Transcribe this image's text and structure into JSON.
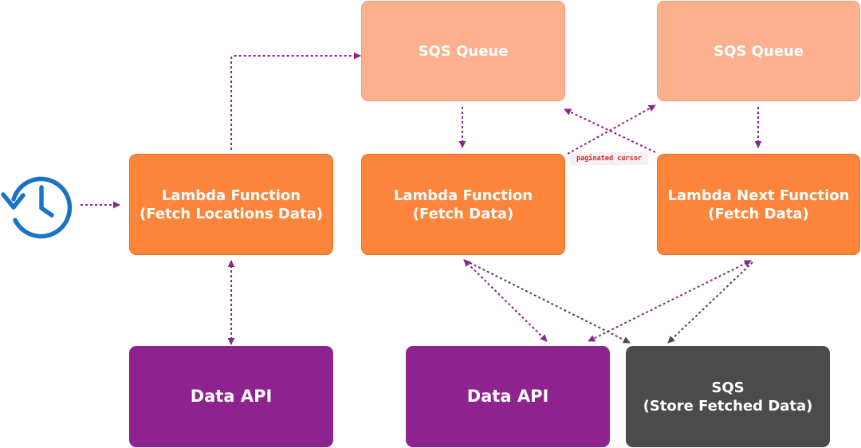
{
  "nodes": {
    "sqs_queue_1": {
      "label": "SQS Queue"
    },
    "sqs_queue_2": {
      "label": "SQS Queue"
    },
    "lambda_locations": {
      "line1": "Lambda Function",
      "line2": "(Fetch Locations Data)"
    },
    "lambda_fetch": {
      "line1": "Lambda Function",
      "line2": "(Fetch Data)"
    },
    "lambda_next": {
      "line1": "Lambda Next Function",
      "line2": "(Fetch Data)"
    },
    "data_api_1": {
      "label": "Data API"
    },
    "data_api_2": {
      "label": "Data API"
    },
    "sqs_store": {
      "line1": "SQS",
      "line2": "(Store Fetched Data)"
    }
  },
  "edge_labels": {
    "cursor": "paginated cursor"
  },
  "icons": {
    "scheduler": "clock-history-icon"
  },
  "colors": {
    "lambda": "#fd853b",
    "queue": "#fdb08e",
    "api": "#8e2390",
    "store": "#4b4b4b",
    "flow_purple": "#8e2390",
    "flow_dark": "#4b4b4b",
    "icon_blue": "#1a73c8",
    "label_red": "#d8252f"
  }
}
